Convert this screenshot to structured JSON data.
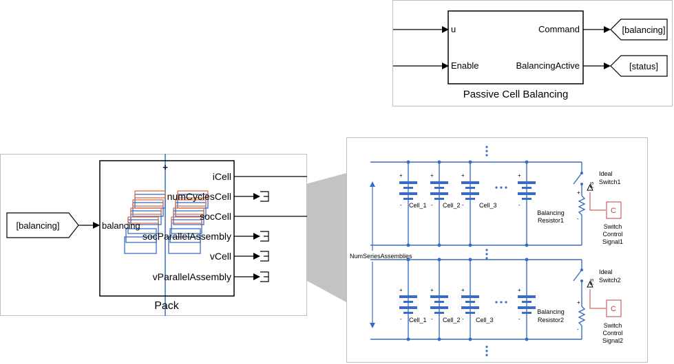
{
  "balancing_block": {
    "title": "Passive Cell Balancing",
    "inputs": [
      "u",
      "Enable"
    ],
    "outputs": [
      "Command",
      "BalancingActive"
    ],
    "goto_tags": [
      "[balancing]",
      "[status]"
    ]
  },
  "pack_block": {
    "title": "Pack",
    "from_tag": "[balancing]",
    "input_port": "balancing",
    "outputs": [
      "iCell",
      "numCyclesCell",
      "socCell",
      "socParallelAssembly",
      "vCell",
      "vParallelAssembly"
    ],
    "plus_sign": "+"
  },
  "circuit": {
    "group1": {
      "cells": [
        "Cell_1",
        "Cell_2",
        "Cell_3"
      ],
      "resistor": [
        "Balancing",
        "Resistor1"
      ],
      "switch": [
        "Ideal",
        "Switch1"
      ],
      "signal": [
        "Switch",
        "Control",
        "Signal1"
      ]
    },
    "group2": {
      "cells": [
        "Cell_1",
        "Cell_2",
        "Cell_3"
      ],
      "resistor": [
        "Balancing",
        "Resistor2"
      ],
      "switch": [
        "Ideal",
        "Switch2"
      ],
      "signal": [
        "Switch",
        "Control",
        "Signal2"
      ]
    },
    "dimension_label": "NumSeriesAssemblies",
    "ps_label": "PS",
    "signal_glyph": "C",
    "plus": "+",
    "minus": "-"
  },
  "colors": {
    "wire": "#000000",
    "circuit_blue": "#3a6bc4",
    "cell_orange": "#e07040",
    "signal_red": "#c04040",
    "grey_callout": "#b8b8b8"
  }
}
